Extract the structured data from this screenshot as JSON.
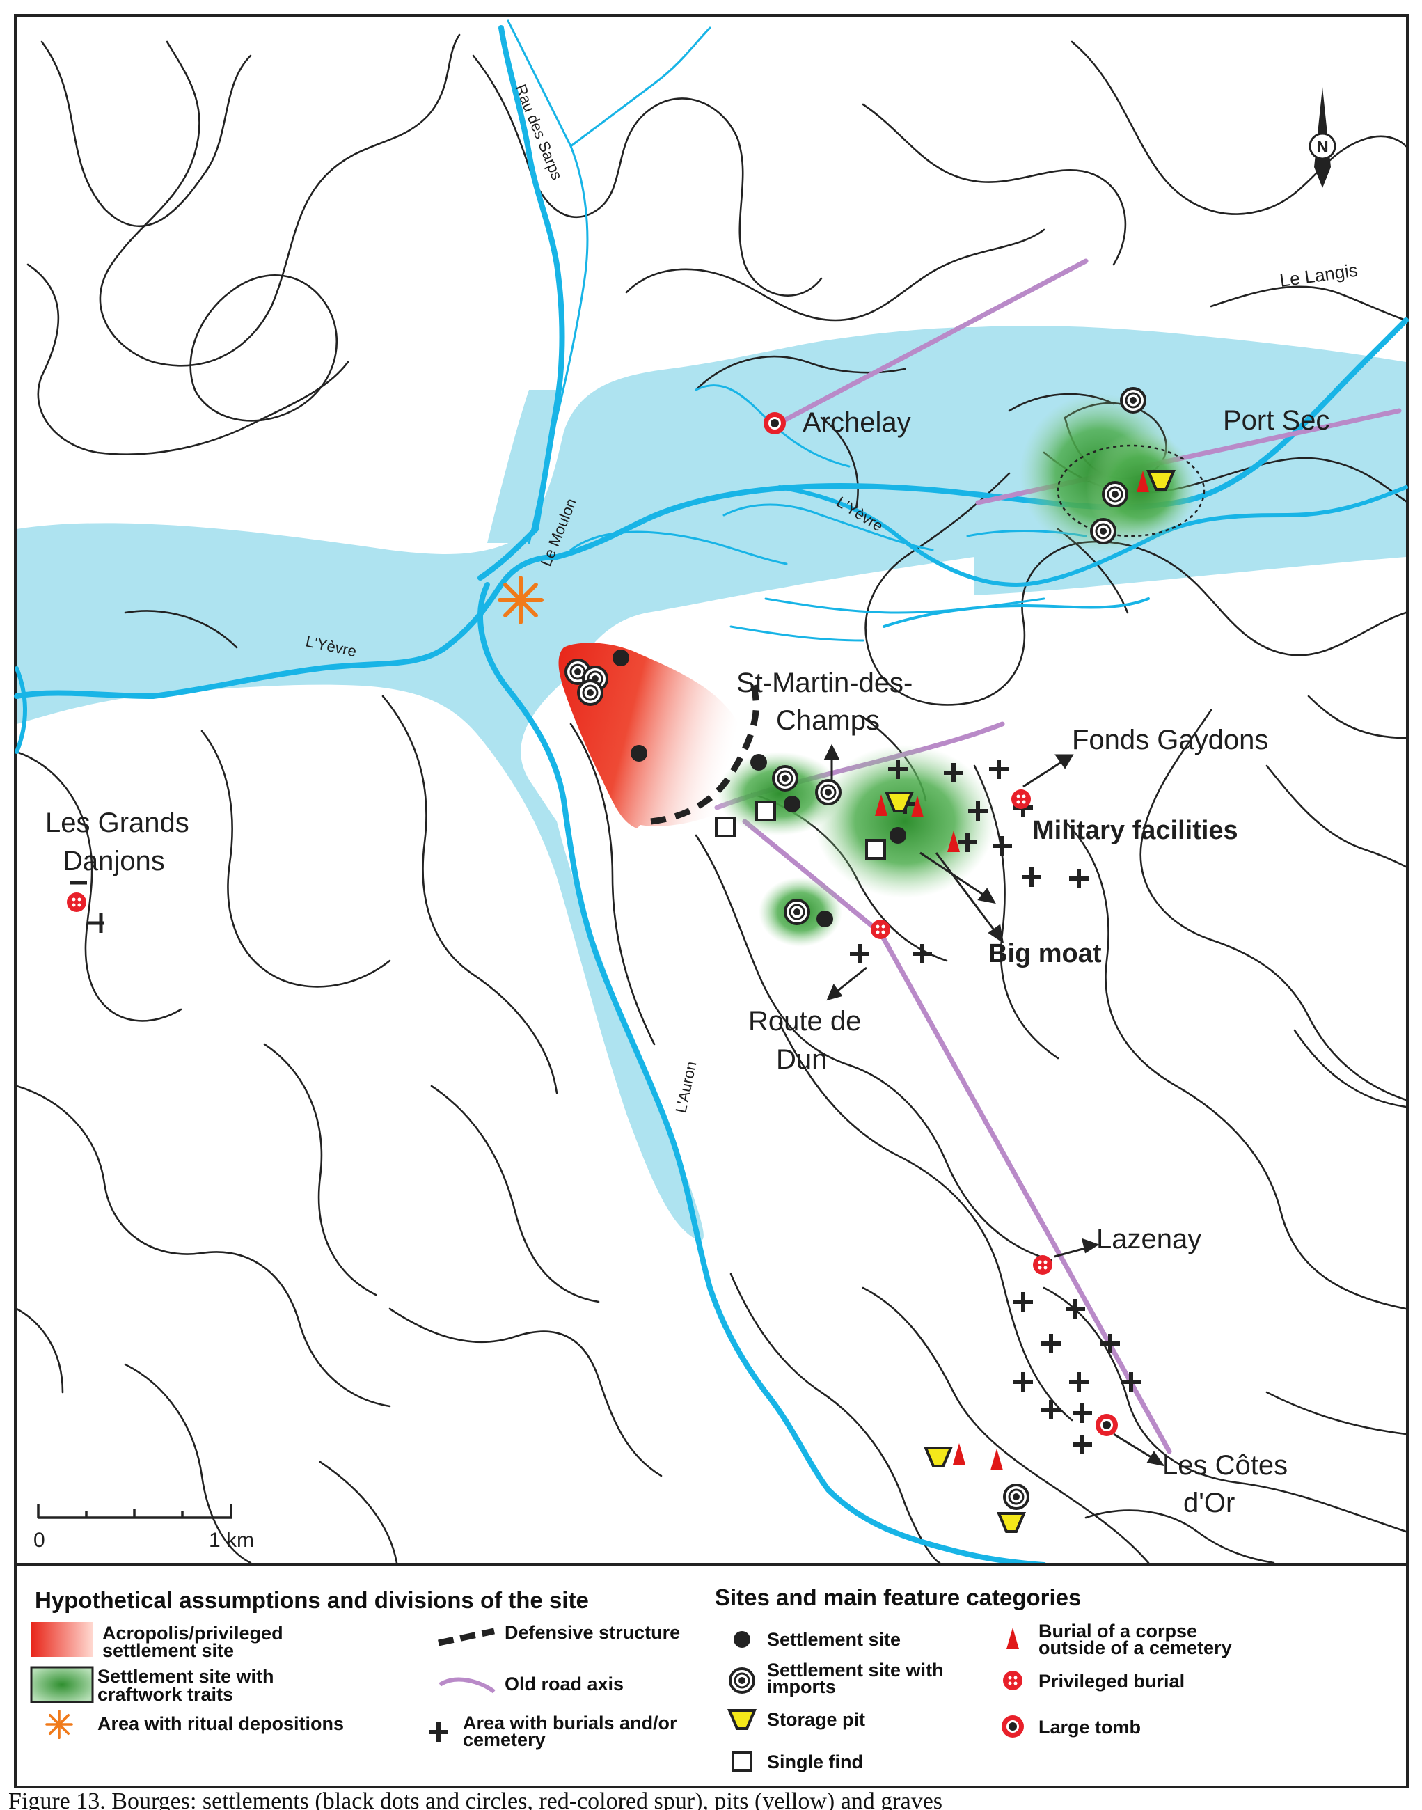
{
  "map": {
    "place_labels": {
      "archelay": "Archelay",
      "port_sec": "Port Sec",
      "le_langis": "Le Langis",
      "st_martin_1": "St-Martin-des-",
      "st_martin_2": "Champs",
      "fonds_gaydons": "Fonds Gaydons",
      "military": "Military facilities",
      "big_moat": "Big moat",
      "route_de_dun_1": "Route de",
      "route_de_dun_2": "Dun",
      "grands_danjons_1": "Les Grands",
      "grands_danjons_2": "Danjons",
      "lazenay": "Lazenay",
      "cotes_dor_1": "Les Côtes",
      "cotes_dor_2": "d'Or"
    },
    "river_labels": {
      "yevre_west": "L'Yèvre",
      "yevre_east": "L'Yèvre",
      "moulon": "Le Moulon",
      "auron": "L'Auron",
      "river_north": "Rau des Sarps"
    },
    "scale_bar": {
      "start": "0",
      "end": "1 km"
    },
    "north_arrow": {
      "letter": "N"
    },
    "colors": {
      "water": "#aee3f0",
      "river": "#18b4e6",
      "road": "#b98ac8",
      "acropolis": "#e8311f",
      "craft": "#3a9a3a",
      "privileged": "#e8202a",
      "storage": "#f4e81a",
      "ritual": "#f07a1a"
    }
  },
  "legend": {
    "left_title": "Hypothetical assumptions and divisions of the site",
    "right_title": "Sites and main feature categories",
    "items": {
      "acropolis_1": "Acropolis/privileged",
      "acropolis_2": "settlement site",
      "craft_1": "Settlement site with",
      "craft_2": "craftwork traits",
      "ritual": "Area with ritual depositions",
      "defensive": "Defensive structure",
      "road": "Old road axis",
      "burial_area_1": "Area with burials and/or",
      "burial_area_2": "cemetery",
      "settlement": "Settlement site",
      "imports_1": "Settlement site with",
      "imports_2": "imports",
      "storage": "Storage pit",
      "single_find": "Single find",
      "corpse_1": "Burial of a corpse",
      "corpse_2": "outside of a cemetery",
      "privileged_burial": "Privileged burial",
      "large_tomb": "Large tomb"
    }
  },
  "caption": "Figure 13. Bourges: settlements (black dots and circles, red-colored spur), pits (yellow) and graves"
}
